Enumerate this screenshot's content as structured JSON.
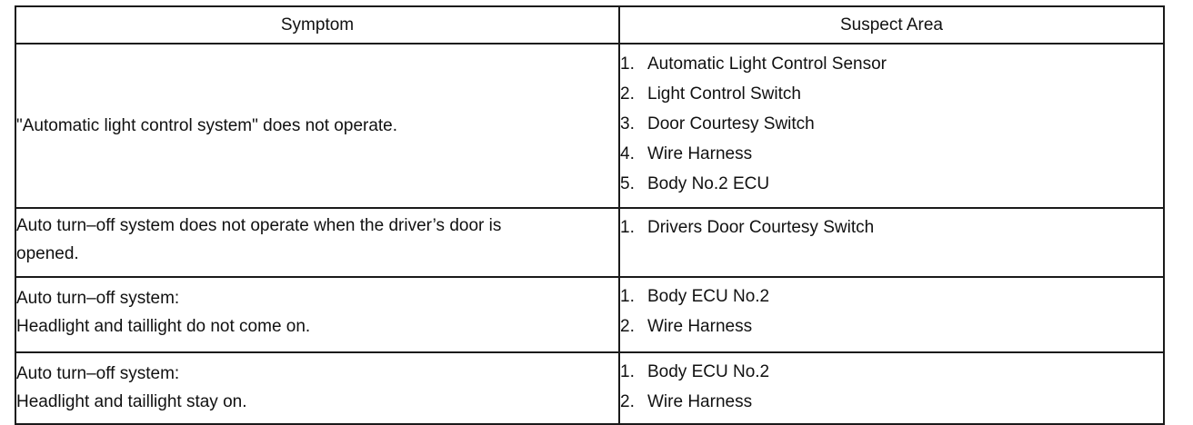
{
  "table": {
    "headers": {
      "symptom": "Symptom",
      "suspect_area": "Suspect Area"
    },
    "rows": [
      {
        "symptom": [
          "\"Automatic light control system\" does not operate."
        ],
        "suspects": [
          {
            "num": "1.",
            "text": "Automatic Light Control Sensor"
          },
          {
            "num": "2.",
            "text": "Light Control Switch"
          },
          {
            "num": "3.",
            "text": "Door Courtesy Switch"
          },
          {
            "num": "4.",
            "text": "Wire Harness"
          },
          {
            "num": "5.",
            "text": "Body No.2 ECU"
          }
        ]
      },
      {
        "symptom": [
          "Auto turn–off system does not operate when the driver’s door is",
          "opened."
        ],
        "suspects": [
          {
            "num": "1.",
            "text": "Drivers Door Courtesy Switch"
          }
        ]
      },
      {
        "symptom": [
          "Auto turn–off system:",
          "Headlight and taillight do not come on."
        ],
        "suspects": [
          {
            "num": "1.",
            "text": "Body ECU No.2"
          },
          {
            "num": "2.",
            "text": "Wire Harness"
          }
        ]
      },
      {
        "symptom": [
          "Auto turn–off system:",
          "Headlight and taillight stay on."
        ],
        "suspects": [
          {
            "num": "1.",
            "text": "Body ECU No.2"
          },
          {
            "num": "2.",
            "text": "Wire Harness"
          }
        ]
      }
    ]
  }
}
